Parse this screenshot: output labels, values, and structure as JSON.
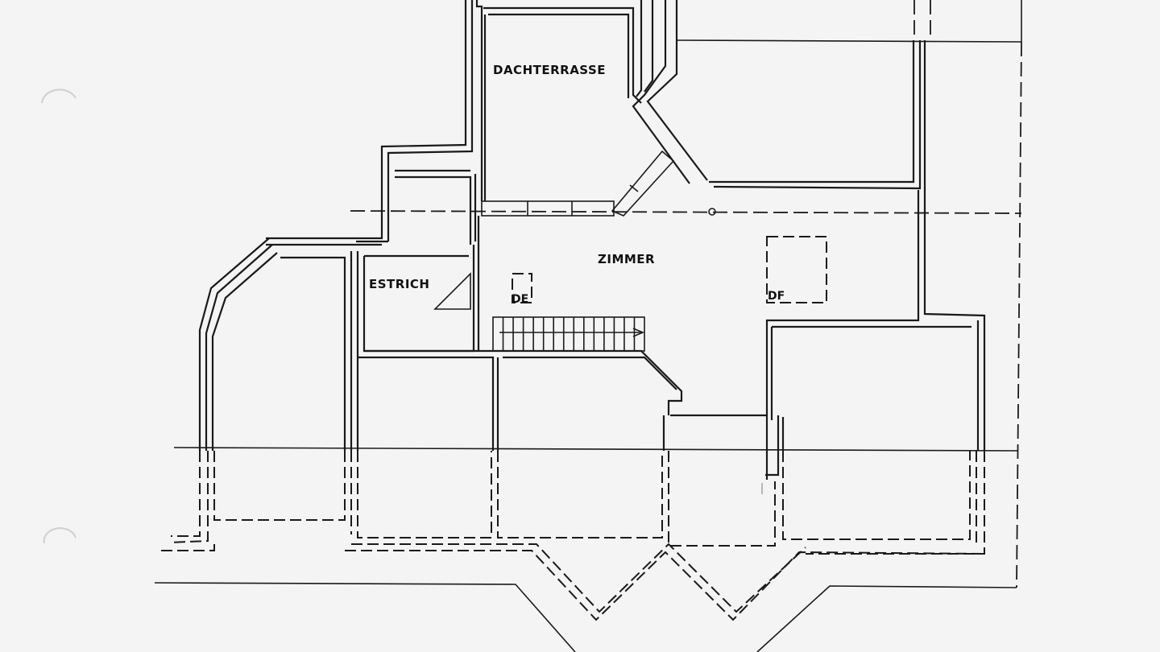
{
  "rooms": {
    "dachterrasse": "DACHTERRASSE",
    "zimmer": "ZIMMER",
    "estrich": "ESTRICH"
  },
  "windows": {
    "skylight_small": "DE",
    "skylight_large": "DF"
  }
}
